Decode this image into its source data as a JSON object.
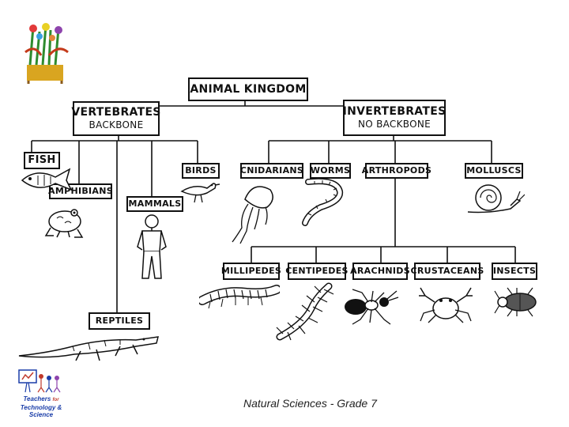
{
  "title": "ANIMAL KINGDOM",
  "vertebrates": {
    "label": "VERTEBRATES",
    "sub": "BACKBONE"
  },
  "invertebrates": {
    "label": "INVERTEBRATES",
    "sub": "NO BACKBONE"
  },
  "vertebrate_groups": [
    "FISH",
    "AMPHIBIANS",
    "MAMMALS",
    "BIRDS",
    "REPTILES"
  ],
  "invertebrate_groups": [
    "CNIDARIANS",
    "WORMS",
    "ARTHROPODS",
    "MOLLUSCS"
  ],
  "arthropod_groups": [
    "MILLIPEDES",
    "CENTIPEDES",
    "ARACHNIDS",
    "CRUSTACEANS",
    "INSECTS"
  ],
  "footer": "Natural Sciences - Grade 7",
  "logo": {
    "line1": "Teachers",
    "for": "for",
    "line2": "Technology & Science"
  }
}
